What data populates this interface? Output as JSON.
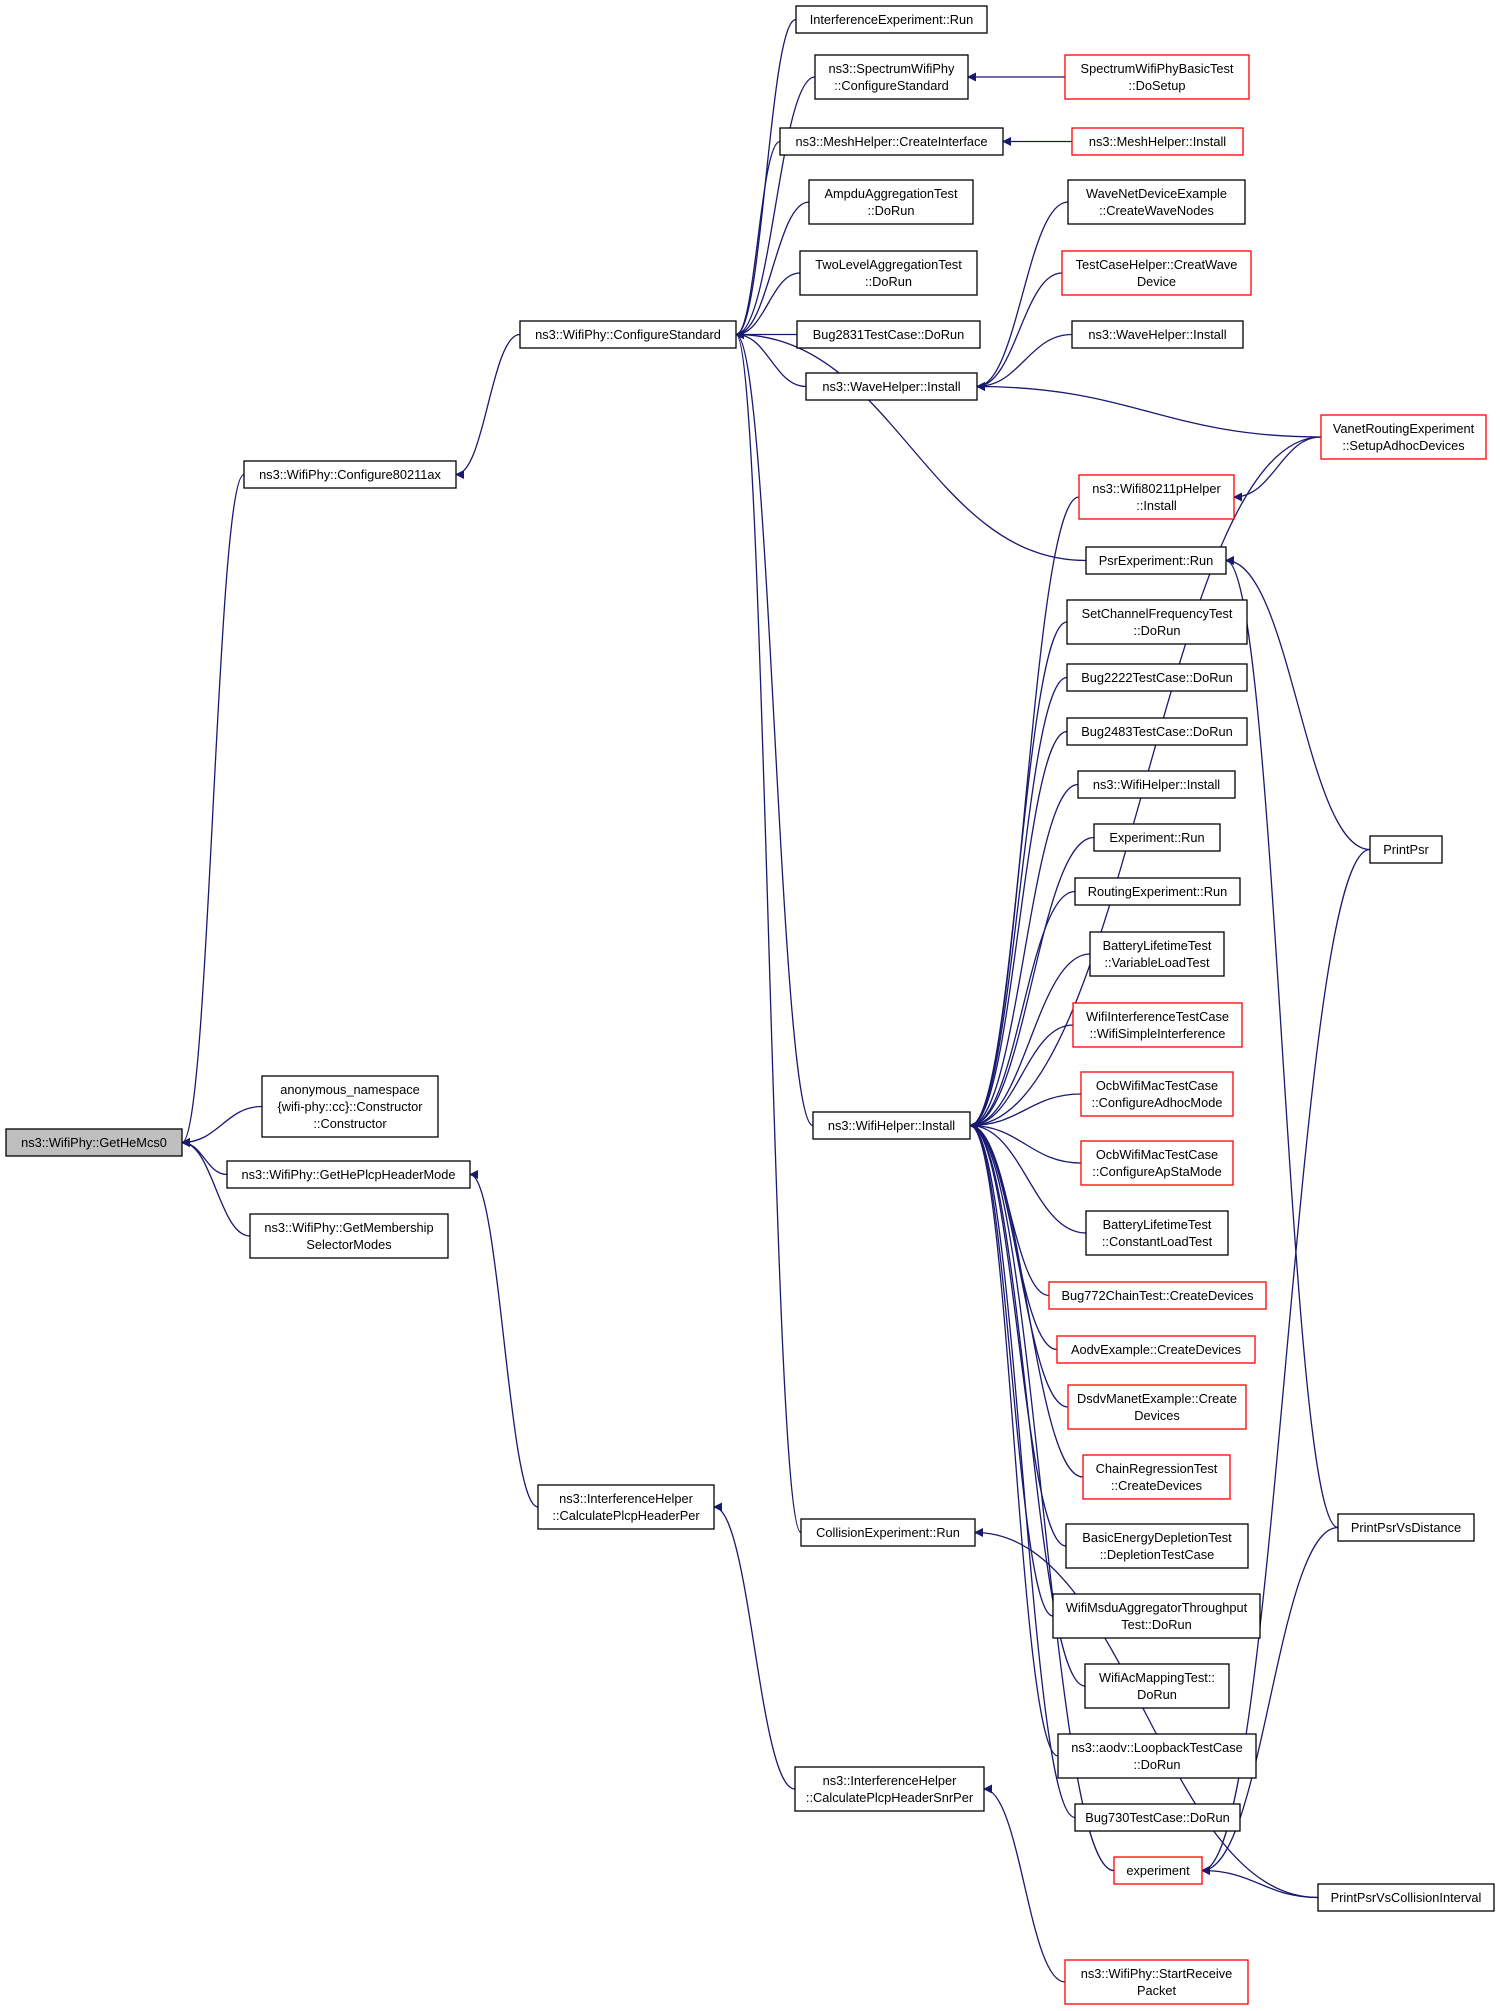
{
  "colors": {
    "edge": "#191970",
    "node_border": "#000000",
    "red_border": "#ff0000",
    "root_fill": "#bfbfbf"
  },
  "nodes": [
    {
      "id": "root",
      "lines": [
        "ns3::WifiPhy::GetHeMcs0"
      ],
      "style": "root"
    },
    {
      "id": "cfg80211ax",
      "lines": [
        "ns3::WifiPhy::Configure80211ax"
      ],
      "style": "normal"
    },
    {
      "id": "anon",
      "lines": [
        "anonymous_namespace",
        "{wifi-phy::cc}::Constructor",
        "::Constructor"
      ],
      "style": "normal"
    },
    {
      "id": "getHePlcp",
      "lines": [
        "ns3::WifiPhy::GetHePlcpHeaderMode"
      ],
      "style": "normal"
    },
    {
      "id": "getMembership",
      "lines": [
        "ns3::WifiPhy::GetMembership",
        "SelectorModes"
      ],
      "style": "normal"
    },
    {
      "id": "cfgStd",
      "lines": [
        "ns3::WifiPhy::ConfigureStandard"
      ],
      "style": "normal"
    },
    {
      "id": "calcPer",
      "lines": [
        "ns3::InterferenceHelper",
        "::CalculatePlcpHeaderPer"
      ],
      "style": "normal"
    },
    {
      "id": "calcSnr",
      "lines": [
        "ns3::InterferenceHelper",
        "::CalculatePlcpHeaderSnrPer"
      ],
      "style": "normal"
    },
    {
      "id": "interfRun",
      "lines": [
        "InterferenceExperiment::Run"
      ],
      "style": "normal"
    },
    {
      "id": "specCfg",
      "lines": [
        "ns3::SpectrumWifiPhy",
        "::ConfigureStandard"
      ],
      "style": "normal"
    },
    {
      "id": "meshCreate",
      "lines": [
        "ns3::MeshHelper::CreateInterface"
      ],
      "style": "normal"
    },
    {
      "id": "ampdu",
      "lines": [
        "AmpduAggregationTest",
        "::DoRun"
      ],
      "style": "normal"
    },
    {
      "id": "twoLevel",
      "lines": [
        "TwoLevelAggregationTest",
        "::DoRun"
      ],
      "style": "normal"
    },
    {
      "id": "bug2831",
      "lines": [
        "Bug2831TestCase::DoRun"
      ],
      "style": "normal"
    },
    {
      "id": "waveInstall",
      "lines": [
        "ns3::WaveHelper::Install"
      ],
      "style": "normal"
    },
    {
      "id": "wifiInstall",
      "lines": [
        "ns3::WifiHelper::Install"
      ],
      "style": "normal"
    },
    {
      "id": "collisionRun",
      "lines": [
        "CollisionExperiment::Run"
      ],
      "style": "normal"
    },
    {
      "id": "specBasic",
      "lines": [
        "SpectrumWifiPhyBasicTest",
        "::DoSetup"
      ],
      "style": "red"
    },
    {
      "id": "meshInstall",
      "lines": [
        "ns3::MeshHelper::Install"
      ],
      "style": "red"
    },
    {
      "id": "waveNet",
      "lines": [
        "WaveNetDeviceExample",
        "::CreateWaveNodes"
      ],
      "style": "normal"
    },
    {
      "id": "testCaseHelper",
      "lines": [
        "TestCaseHelper::CreatWave",
        "Device"
      ],
      "style": "red"
    },
    {
      "id": "waveInstall2",
      "lines": [
        "ns3::WaveHelper::Install"
      ],
      "style": "normal"
    },
    {
      "id": "wifi80211p",
      "lines": [
        "ns3::Wifi80211pHelper",
        "::Install"
      ],
      "style": "red"
    },
    {
      "id": "psrRun",
      "lines": [
        "PsrExperiment::Run"
      ],
      "style": "normal"
    },
    {
      "id": "setChannel",
      "lines": [
        "SetChannelFrequencyTest",
        "::DoRun"
      ],
      "style": "normal"
    },
    {
      "id": "bug2222",
      "lines": [
        "Bug2222TestCase::DoRun"
      ],
      "style": "normal"
    },
    {
      "id": "bug2483",
      "lines": [
        "Bug2483TestCase::DoRun"
      ],
      "style": "normal"
    },
    {
      "id": "wifiInstall2",
      "lines": [
        "ns3::WifiHelper::Install"
      ],
      "style": "normal"
    },
    {
      "id": "expRun",
      "lines": [
        "Experiment::Run"
      ],
      "style": "normal"
    },
    {
      "id": "routingRun",
      "lines": [
        "RoutingExperiment::Run"
      ],
      "style": "normal"
    },
    {
      "id": "batteryVar",
      "lines": [
        "BatteryLifetimeTest",
        "::VariableLoadTest"
      ],
      "style": "normal"
    },
    {
      "id": "wifiInterf",
      "lines": [
        "WifiInterferenceTestCase",
        "::WifiSimpleInterference"
      ],
      "style": "red"
    },
    {
      "id": "ocbAdhoc",
      "lines": [
        "OcbWifiMacTestCase",
        "::ConfigureAdhocMode"
      ],
      "style": "red"
    },
    {
      "id": "ocbApSta",
      "lines": [
        "OcbWifiMacTestCase",
        "::ConfigureApStaMode"
      ],
      "style": "red"
    },
    {
      "id": "batteryConst",
      "lines": [
        "BatteryLifetimeTest",
        "::ConstantLoadTest"
      ],
      "style": "normal"
    },
    {
      "id": "bug772",
      "lines": [
        "Bug772ChainTest::CreateDevices"
      ],
      "style": "red"
    },
    {
      "id": "aodvExample",
      "lines": [
        "AodvExample::CreateDevices"
      ],
      "style": "red"
    },
    {
      "id": "dsdv",
      "lines": [
        "DsdvManetExample::Create",
        "Devices"
      ],
      "style": "red"
    },
    {
      "id": "chainReg",
      "lines": [
        "ChainRegressionTest",
        "::CreateDevices"
      ],
      "style": "red"
    },
    {
      "id": "basicEnergy",
      "lines": [
        "BasicEnergyDepletionTest",
        "::DepletionTestCase"
      ],
      "style": "normal"
    },
    {
      "id": "msduAgg",
      "lines": [
        "WifiMsduAggregatorThroughput",
        "Test::DoRun"
      ],
      "style": "normal"
    },
    {
      "id": "acMapping",
      "lines": [
        "WifiAcMappingTest::",
        "DoRun"
      ],
      "style": "normal"
    },
    {
      "id": "aodvLoopback",
      "lines": [
        "ns3::aodv::LoopbackTestCase",
        "::DoRun"
      ],
      "style": "normal"
    },
    {
      "id": "bug730",
      "lines": [
        "Bug730TestCase::DoRun"
      ],
      "style": "normal"
    },
    {
      "id": "experiment",
      "lines": [
        "experiment"
      ],
      "style": "red"
    },
    {
      "id": "startReceive",
      "lines": [
        "ns3::WifiPhy::StartReceive",
        "Packet"
      ],
      "style": "red"
    },
    {
      "id": "vanet",
      "lines": [
        "VanetRoutingExperiment",
        "::SetupAdhocDevices"
      ],
      "style": "red"
    },
    {
      "id": "printPsr",
      "lines": [
        "PrintPsr"
      ],
      "style": "normal"
    },
    {
      "id": "printPsrDist",
      "lines": [
        "PrintPsrVsDistance"
      ],
      "style": "normal"
    },
    {
      "id": "printPsrColl",
      "lines": [
        "PrintPsrVsCollisionInterval"
      ],
      "style": "normal"
    }
  ],
  "edges": [
    [
      "cfg80211ax",
      "root"
    ],
    [
      "anon",
      "root"
    ],
    [
      "getHePlcp",
      "root"
    ],
    [
      "getMembership",
      "root"
    ],
    [
      "cfgStd",
      "cfg80211ax"
    ],
    [
      "calcPer",
      "getHePlcp"
    ],
    [
      "calcSnr",
      "calcPer"
    ],
    [
      "interfRun",
      "cfgStd"
    ],
    [
      "specCfg",
      "cfgStd"
    ],
    [
      "meshCreate",
      "cfgStd"
    ],
    [
      "ampdu",
      "cfgStd"
    ],
    [
      "twoLevel",
      "cfgStd"
    ],
    [
      "bug2831",
      "cfgStd"
    ],
    [
      "waveInstall",
      "cfgStd"
    ],
    [
      "psrRun",
      "cfgStd"
    ],
    [
      "wifiInstall",
      "cfgStd"
    ],
    [
      "collisionRun",
      "cfgStd"
    ],
    [
      "specBasic",
      "specCfg"
    ],
    [
      "meshInstall",
      "meshCreate"
    ],
    [
      "waveNet",
      "waveInstall"
    ],
    [
      "testCaseHelper",
      "waveInstall"
    ],
    [
      "waveInstall2",
      "waveInstall"
    ],
    [
      "vanet",
      "waveInstall"
    ],
    [
      "vanet",
      "wifi80211p"
    ],
    [
      "wifi80211p",
      "wifiInstall"
    ],
    [
      "vanet",
      "wifiInstall"
    ],
    [
      "setChannel",
      "wifiInstall"
    ],
    [
      "bug2222",
      "wifiInstall"
    ],
    [
      "bug2483",
      "wifiInstall"
    ],
    [
      "wifiInstall2",
      "wifiInstall"
    ],
    [
      "expRun",
      "wifiInstall"
    ],
    [
      "routingRun",
      "wifiInstall"
    ],
    [
      "batteryVar",
      "wifiInstall"
    ],
    [
      "wifiInterf",
      "wifiInstall"
    ],
    [
      "ocbAdhoc",
      "wifiInstall"
    ],
    [
      "ocbApSta",
      "wifiInstall"
    ],
    [
      "batteryConst",
      "wifiInstall"
    ],
    [
      "bug772",
      "wifiInstall"
    ],
    [
      "aodvExample",
      "wifiInstall"
    ],
    [
      "dsdv",
      "wifiInstall"
    ],
    [
      "chainReg",
      "wifiInstall"
    ],
    [
      "basicEnergy",
      "wifiInstall"
    ],
    [
      "msduAgg",
      "wifiInstall"
    ],
    [
      "acMapping",
      "wifiInstall"
    ],
    [
      "aodvLoopback",
      "wifiInstall"
    ],
    [
      "bug730",
      "wifiInstall"
    ],
    [
      "experiment",
      "wifiInstall"
    ],
    [
      "printPsr",
      "psrRun"
    ],
    [
      "printPsrDist",
      "psrRun"
    ],
    [
      "printPsrColl",
      "collisionRun"
    ],
    [
      "startReceive",
      "calcSnr"
    ],
    [
      "printPsr",
      "experiment"
    ],
    [
      "printPsrDist",
      "experiment"
    ],
    [
      "printPsrColl",
      "experiment"
    ]
  ]
}
